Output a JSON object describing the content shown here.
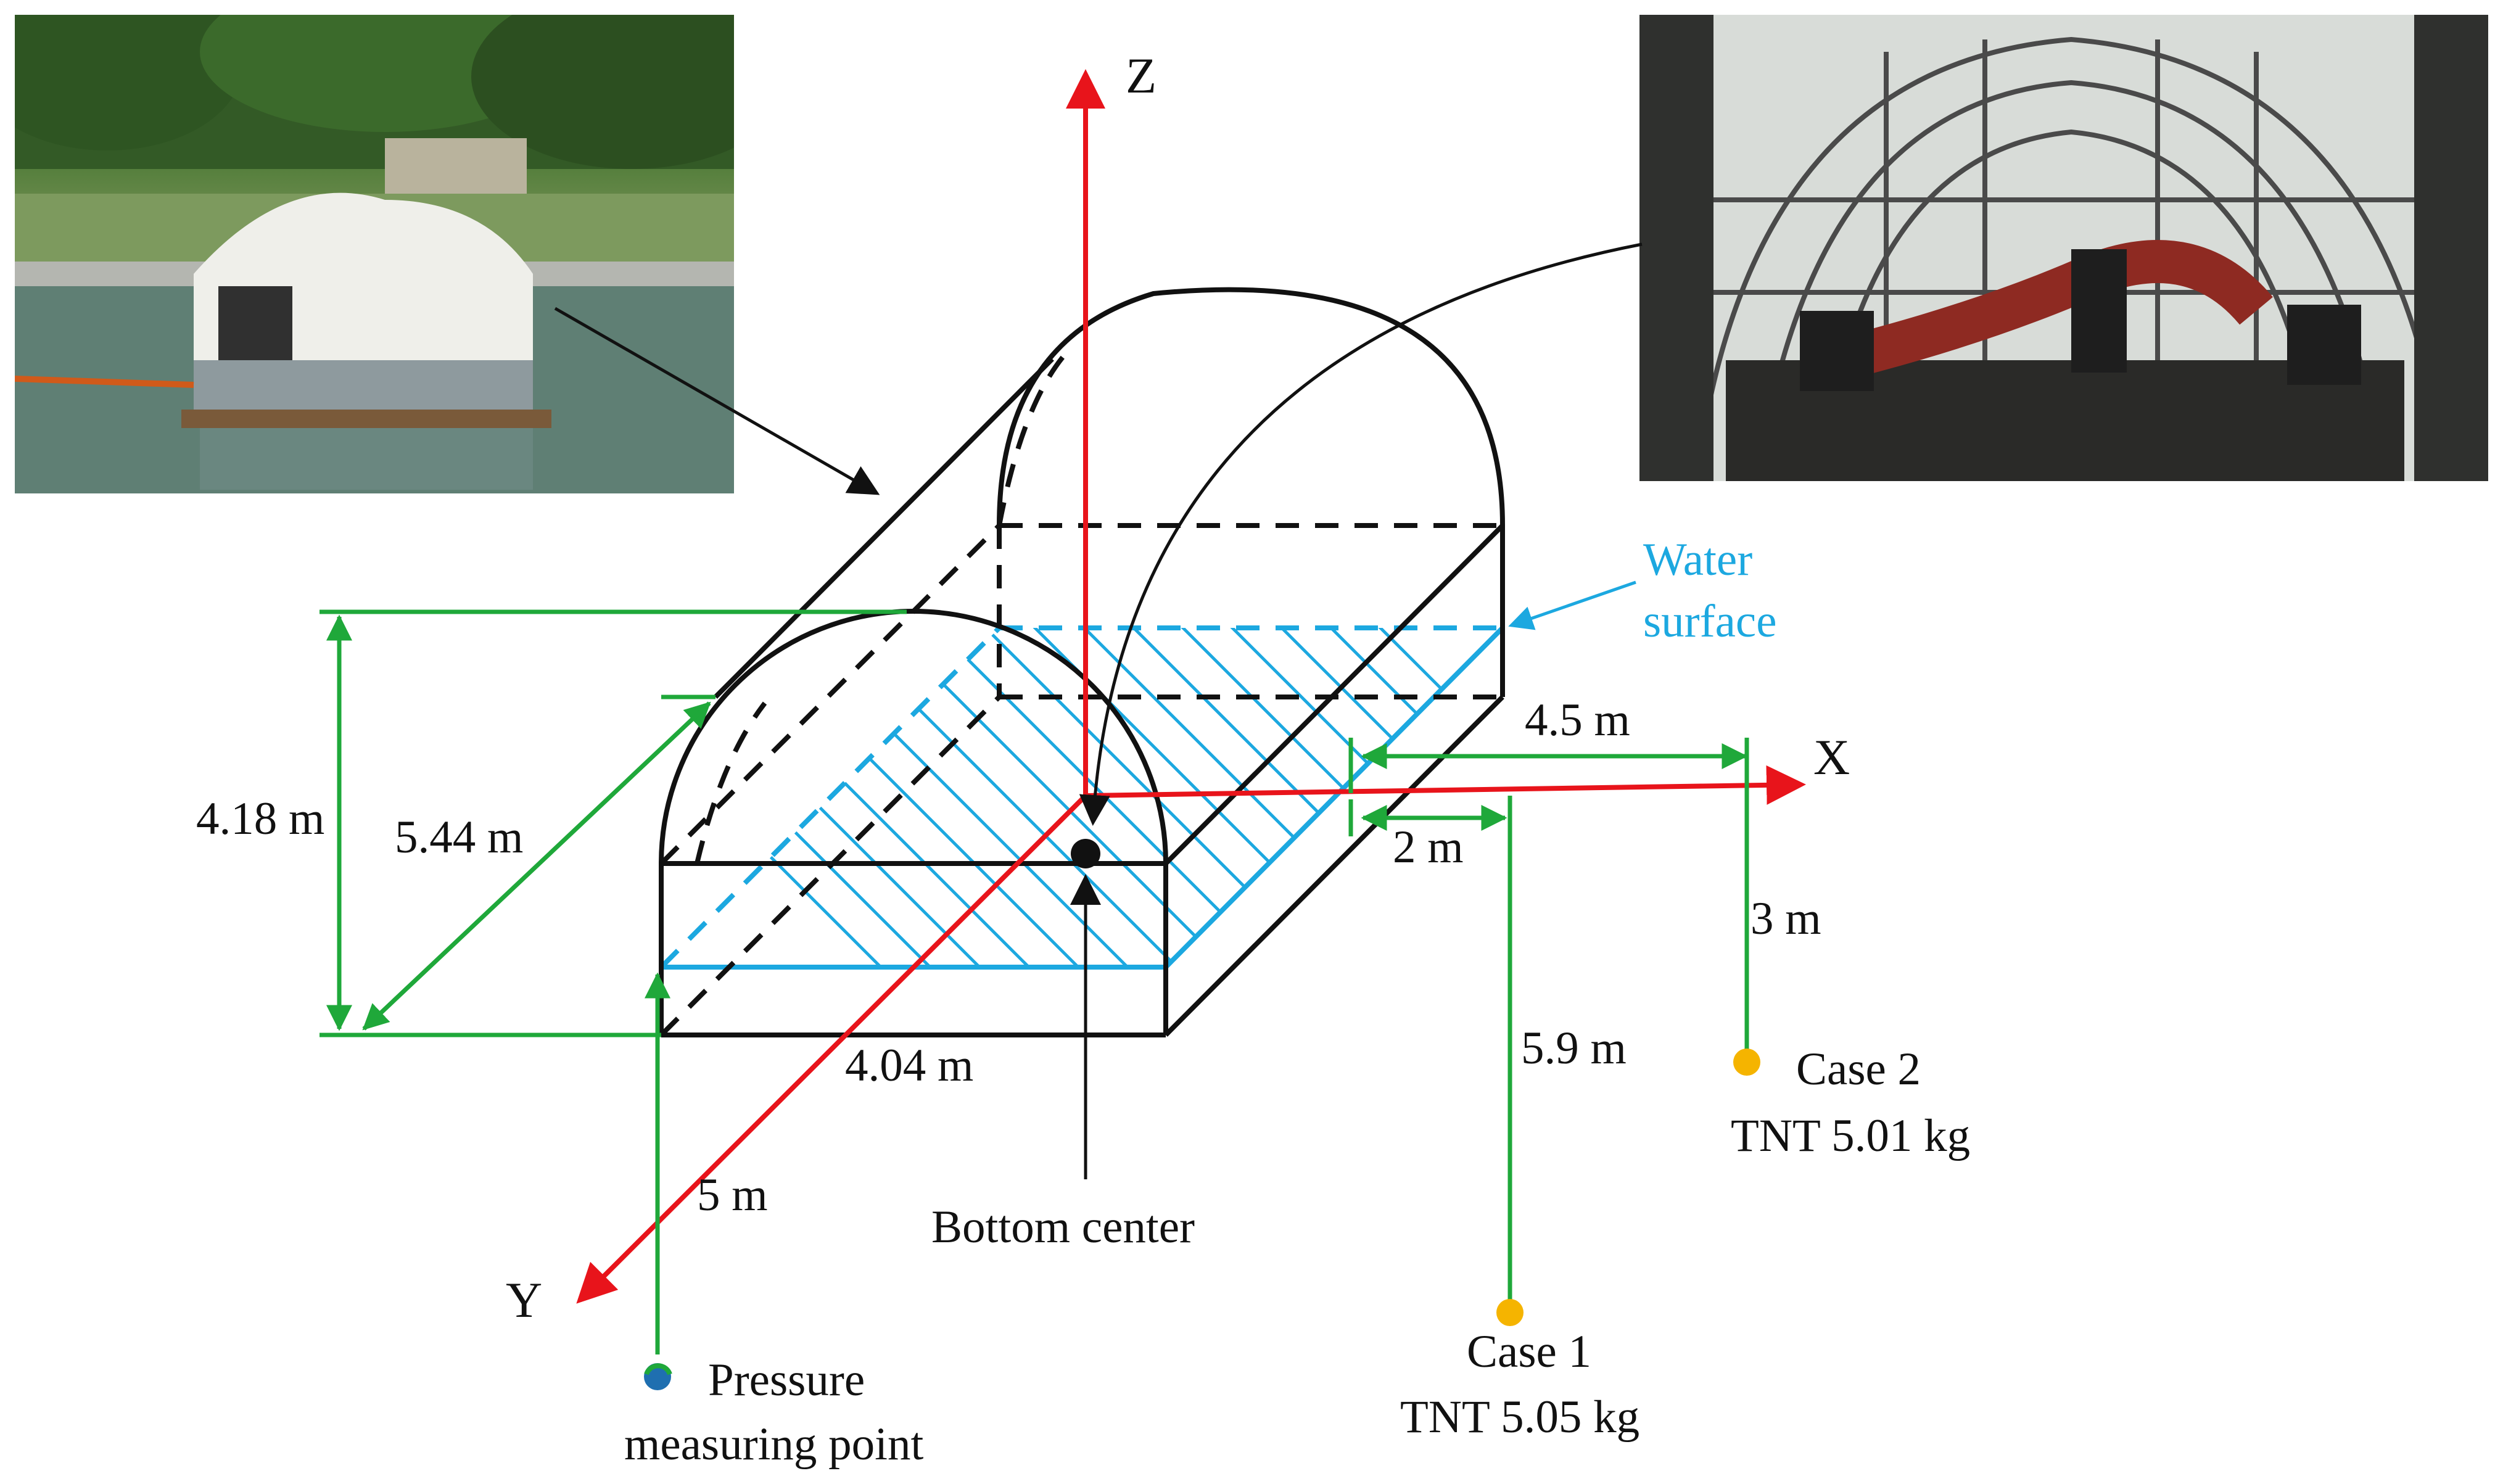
{
  "axes": {
    "x": "X",
    "y": "Y",
    "z": "Z"
  },
  "dimensions": {
    "height": "4.18 m",
    "width": "5.44 m",
    "length": "4.04 m",
    "case2_x": "4.5 m",
    "case1_x": "2 m",
    "case2_y": "3 m",
    "case1_y": "5.9 m",
    "probe_y": "5 m"
  },
  "labels": {
    "water_surface_line1": "Water",
    "water_surface_line2": "surface",
    "bottom_center": "Bottom center",
    "pressure_line1": "Pressure",
    "pressure_line2": "measuring point",
    "case1_name": "Case 1",
    "case1_charge": "TNT 5.05 kg",
    "case2_name": "Case 2",
    "case2_charge": "TNT 5.01 kg"
  },
  "photos": {
    "exterior": "floating-cabin-exterior-photo",
    "interior": "cabin-interior-equipment-photo"
  },
  "colors": {
    "axis": "#e8141b",
    "dimension": "#1fa83a",
    "water": "#1ca8e0",
    "structure": "#111111",
    "charge": "#f5b400",
    "probe": "#1f6fb0"
  }
}
